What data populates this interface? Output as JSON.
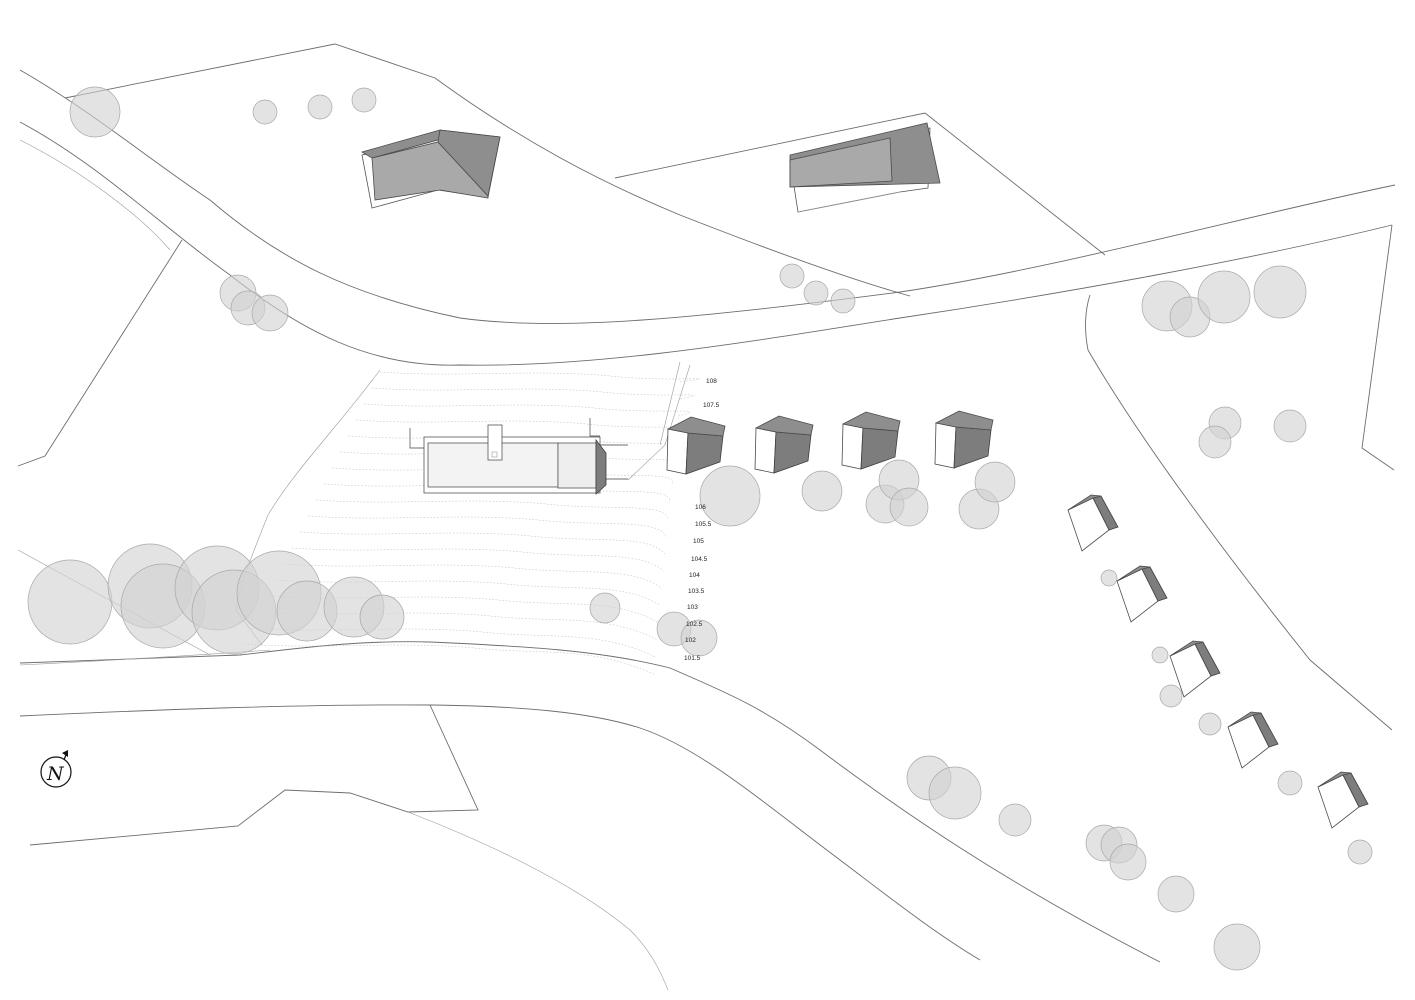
{
  "contour_labels": [
    "108",
    "107.5",
    "106",
    "105.5",
    "105",
    "104.5",
    "104",
    "103.5",
    "103",
    "102.5",
    "102",
    "101.5"
  ],
  "north_arrow": {
    "letter": "N",
    "icon": "north-arrow-icon"
  },
  "colors": {
    "background": "#ffffff",
    "line": "#6d6d6d",
    "tree_fill": "#d2d2d2",
    "roof": "#8e8e8e",
    "house_side": "#7d7d7d"
  }
}
